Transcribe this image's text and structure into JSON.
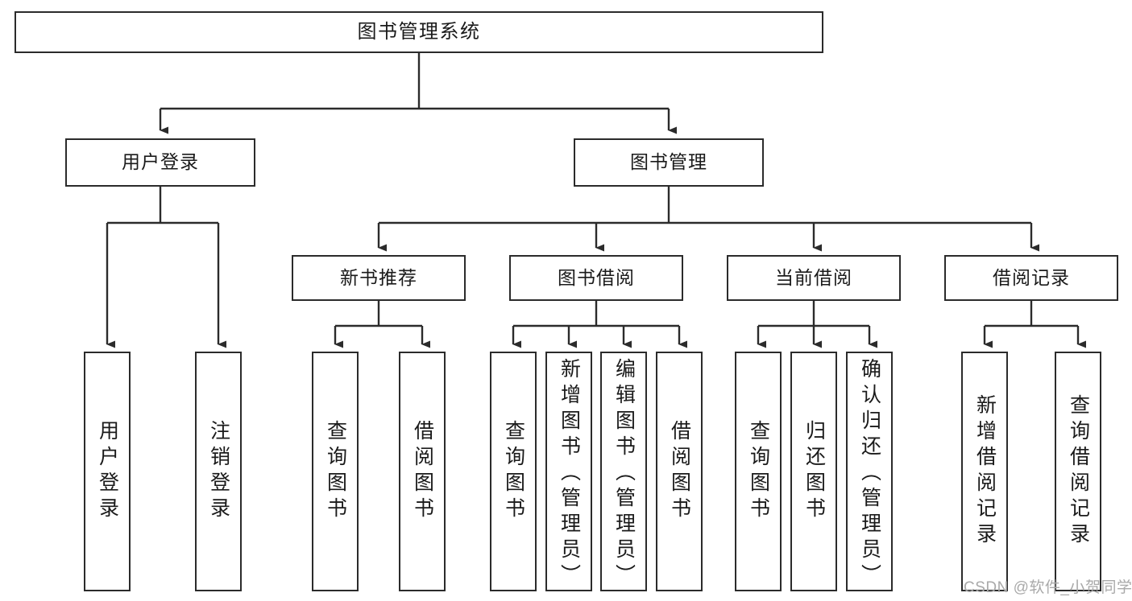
{
  "diagram": {
    "title": "图书管理系统",
    "type": "tree-hierarchy-chart",
    "colors": {
      "box_border": "#2b2b2b",
      "box_fill": "#ffffff",
      "edge": "#2b2b2b",
      "text": "#1a1a1a",
      "watermark": "#a9a9a9"
    }
  },
  "nodes": {
    "root": {
      "label": "图书管理系统"
    },
    "level1": [
      {
        "id": "user-login",
        "label": "用户登录"
      },
      {
        "id": "book-management",
        "label": "图书管理"
      }
    ],
    "level2": [
      {
        "id": "new-book-recommend",
        "label": "新书推荐"
      },
      {
        "id": "book-borrow",
        "label": "图书借阅"
      },
      {
        "id": "current-borrow",
        "label": "当前借阅"
      },
      {
        "id": "borrow-record",
        "label": "借阅记录"
      }
    ],
    "leaves": {
      "user-login": [
        {
          "id": "leaf-user-login",
          "label": "用户登录"
        },
        {
          "id": "leaf-logout-login",
          "label": "注销登录"
        }
      ],
      "new-book-recommend": [
        {
          "id": "leaf-query-book-1",
          "label": "查询图书"
        },
        {
          "id": "leaf-borrow-book-1",
          "label": "借阅图书"
        }
      ],
      "book-borrow": [
        {
          "id": "leaf-query-book-2",
          "label": "查询图书"
        },
        {
          "id": "leaf-add-book-admin",
          "label": "新增图书（管理员）"
        },
        {
          "id": "leaf-edit-book-admin",
          "label": "编辑图书（管理员）"
        },
        {
          "id": "leaf-borrow-book-2",
          "label": "借阅图书"
        }
      ],
      "current-borrow": [
        {
          "id": "leaf-query-book-3",
          "label": "查询图书"
        },
        {
          "id": "leaf-return-book",
          "label": "归还图书"
        },
        {
          "id": "leaf-confirm-return-admin",
          "label": "确认归还（管理员）"
        }
      ],
      "borrow-record": [
        {
          "id": "leaf-add-borrow-record",
          "label": "新增借阅记录"
        },
        {
          "id": "leaf-query-borrow-record",
          "label": "查询借阅记录"
        }
      ]
    }
  },
  "watermark": {
    "text": "CSDN @软件_小贺同学"
  }
}
